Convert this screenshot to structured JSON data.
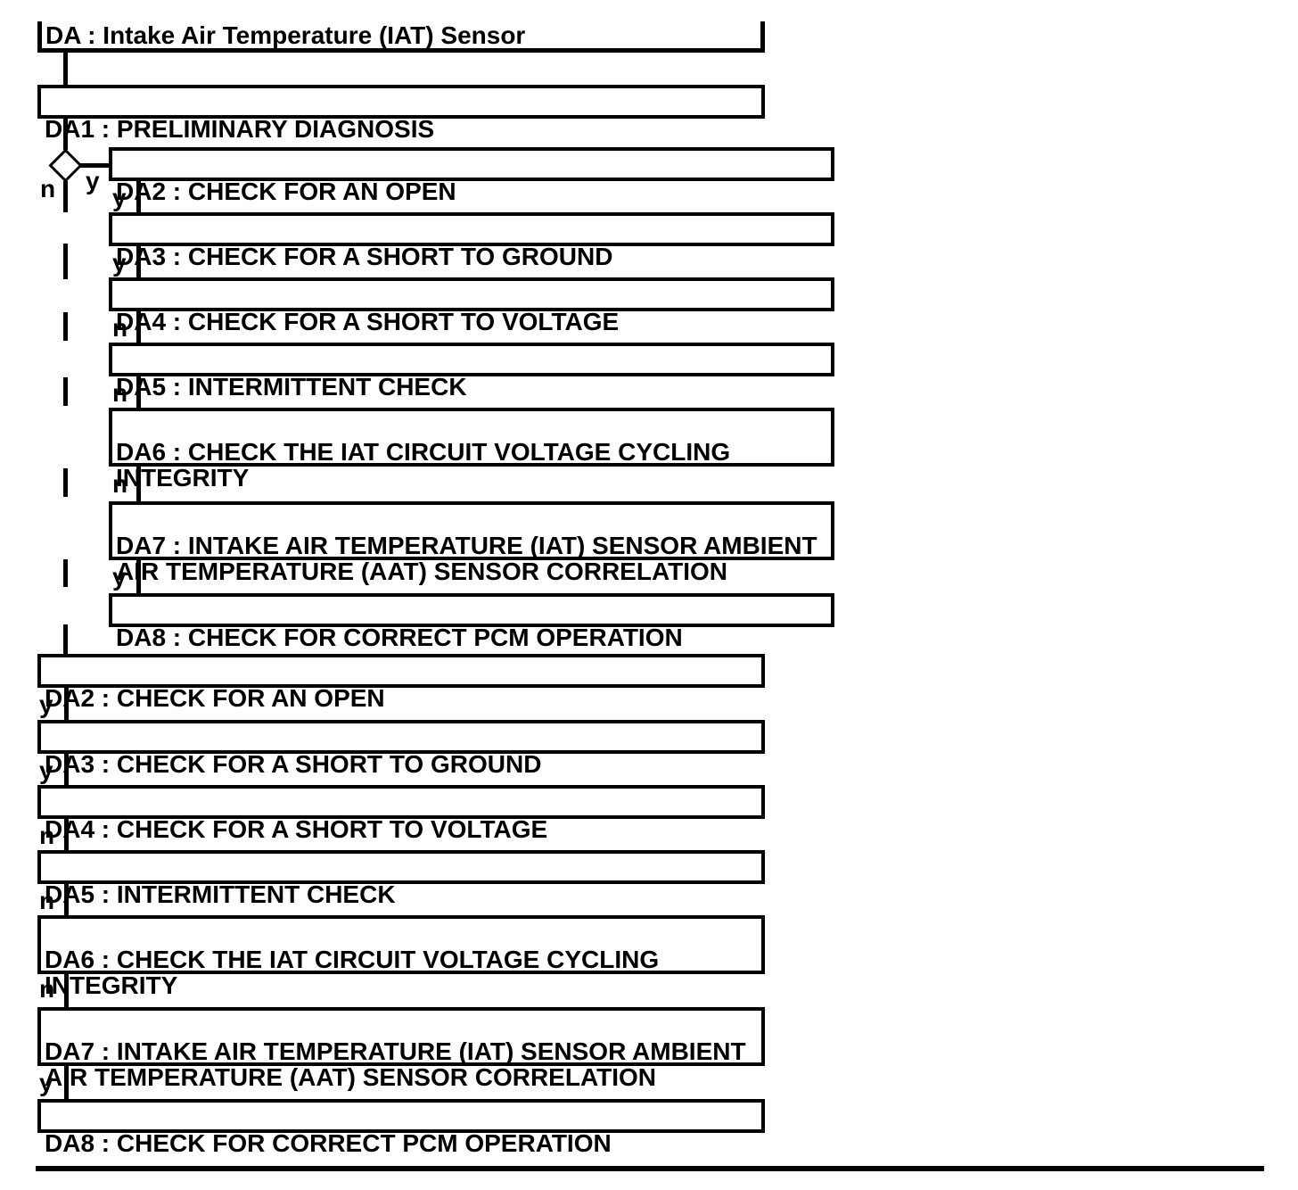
{
  "diagram": {
    "title": "DA : Intake Air Temperature (IAT) Sensor",
    "root": {
      "label": "DA1 : PRELIMINARY DIAGNOSIS"
    },
    "decision": {
      "yes_label": "y",
      "no_label": "n"
    },
    "branch_steps": [
      {
        "label": "DA2 : CHECK FOR AN OPEN",
        "exit": "y"
      },
      {
        "label": "DA3 : CHECK FOR A SHORT TO GROUND",
        "exit": "y"
      },
      {
        "label": "DA4 : CHECK FOR A SHORT TO VOLTAGE",
        "exit": "n"
      },
      {
        "label": "DA5 : INTERMITTENT CHECK",
        "exit": "n"
      },
      {
        "label": "DA6 : CHECK THE IAT CIRCUIT VOLTAGE CYCLING\nINTEGRITY",
        "exit": "n"
      },
      {
        "label": "DA7 : INTAKE AIR TEMPERATURE (IAT) SENSOR AMBIENT\nAIR TEMPERATURE (AAT) SENSOR CORRELATION",
        "exit": "y"
      },
      {
        "label": "DA8 : CHECK FOR CORRECT PCM OPERATION",
        "exit": null
      }
    ],
    "main_steps": [
      {
        "label": "DA2 : CHECK FOR AN OPEN",
        "exit": "y"
      },
      {
        "label": "DA3 : CHECK FOR A SHORT TO GROUND",
        "exit": "y"
      },
      {
        "label": "DA4 : CHECK FOR A SHORT TO VOLTAGE",
        "exit": "n"
      },
      {
        "label": "DA5 : INTERMITTENT CHECK",
        "exit": "n"
      },
      {
        "label": "DA6 : CHECK THE IAT CIRCUIT VOLTAGE CYCLING\nINTEGRITY",
        "exit": "n"
      },
      {
        "label": "DA7 : INTAKE AIR TEMPERATURE (IAT) SENSOR AMBIENT\nAIR TEMPERATURE (AAT) SENSOR CORRELATION",
        "exit": "y"
      },
      {
        "label": "DA8 : CHECK FOR CORRECT PCM OPERATION",
        "exit": null
      }
    ],
    "colors": {
      "ink": "#000000",
      "background": "#ffffff"
    }
  }
}
